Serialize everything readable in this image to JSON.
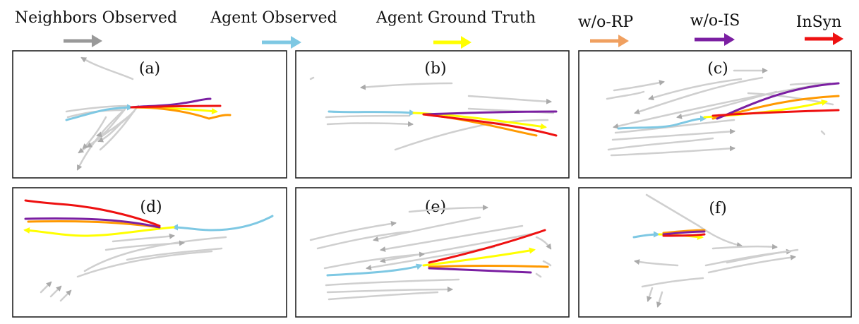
{
  "colors": {
    "neighbors": "#9a9a9a",
    "neighbor_track": "#cccccc",
    "agent_observed": "#7ec8e3",
    "ground_truth": "#ffff00",
    "wo_rp": "#ff9900",
    "wo_is": "#7b1fa2",
    "insyn": "#ee1111"
  },
  "legend": [
    {
      "label": "Neighbors Observed",
      "color_key": "neighbors"
    },
    {
      "label": "Agent Observed",
      "color_key": "agent_observed"
    },
    {
      "label": "Agent Ground Truth",
      "color_key": "ground_truth"
    },
    {
      "label": "w/o-RP",
      "color_key": "wo_rp"
    },
    {
      "label": "w/o-IS",
      "color_key": "wo_is"
    },
    {
      "label": "InSyn",
      "color_key": "insyn"
    }
  ],
  "panels": [
    {
      "label": "(a)"
    },
    {
      "label": "(b)"
    },
    {
      "label": "(c)"
    },
    {
      "label": "(d)"
    },
    {
      "label": "(e)"
    },
    {
      "label": "(f)"
    }
  ]
}
